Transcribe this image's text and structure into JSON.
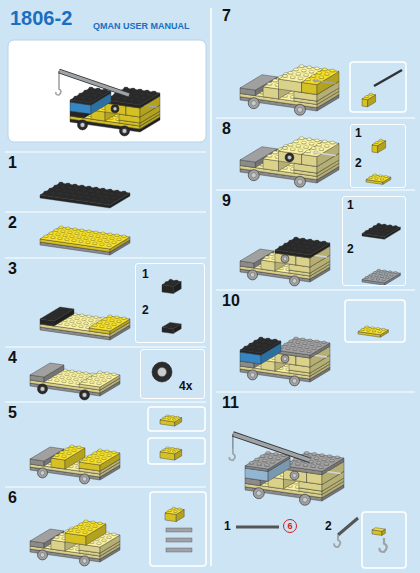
{
  "diagram": {
    "title": "1806-2",
    "nodes": [
      {
        "text": [
          "1",
          "2"
        ]
      },
      {
        "text": [
          "4x"
        ]
      },
      {
        "text": [
          "1",
          "2"
        ]
      },
      {
        "text": [
          "1",
          "2"
        ]
      }
    ],
    "labels": [
      "QMAN USER MANUAL",
      "1",
      "2",
      "3",
      "4",
      "5",
      "6",
      "7",
      "8",
      "9",
      "10",
      "11",
      "1",
      "6",
      "2"
    ]
  }
}
